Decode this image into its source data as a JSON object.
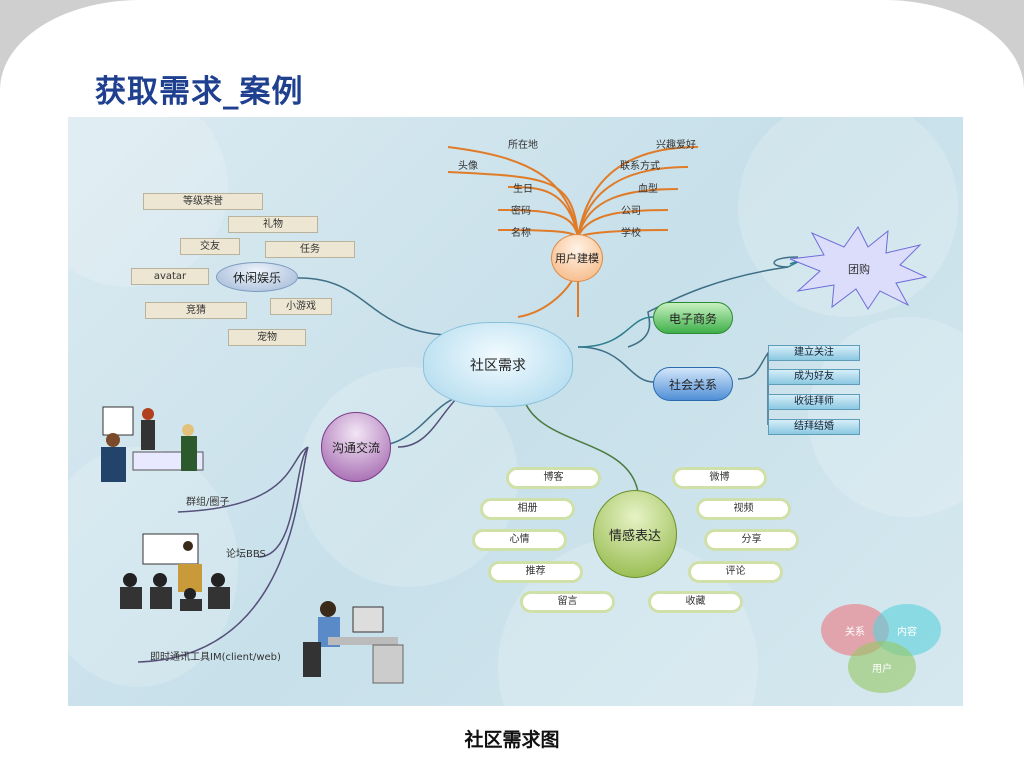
{
  "title": "获取需求_案例",
  "caption": "社区需求图",
  "center": "社区需求",
  "leisure": {
    "label": "休闲娱乐",
    "items": [
      "等级荣誉",
      "礼物",
      "交友",
      "任务",
      "avatar",
      "竞猜",
      "小游戏",
      "宠物"
    ]
  },
  "user_model": {
    "label": "用户建模",
    "left": [
      "所在地",
      "头像",
      "生日",
      "密码",
      "名称"
    ],
    "right": [
      "兴趣爱好",
      "联系方式",
      "血型",
      "公司",
      "学校"
    ]
  },
  "ecommerce": {
    "label": "电子商务",
    "items": [
      "团购"
    ]
  },
  "social": {
    "label": "社会关系",
    "items": [
      "建立关注",
      "成为好友",
      "收徒拜师",
      "结拜结婚"
    ]
  },
  "communication": {
    "label": "沟通交流",
    "items": [
      "群组/圈子",
      "论坛BBS",
      "即时通讯工具IM(client/web)"
    ]
  },
  "emotion": {
    "label": "情感表达",
    "left": [
      "博客",
      "相册",
      "心情",
      "推荐",
      "留言"
    ],
    "right": [
      "微博",
      "视频",
      "分享",
      "评论",
      "收藏"
    ]
  },
  "venn": [
    "关系",
    "内容",
    "用户"
  ]
}
